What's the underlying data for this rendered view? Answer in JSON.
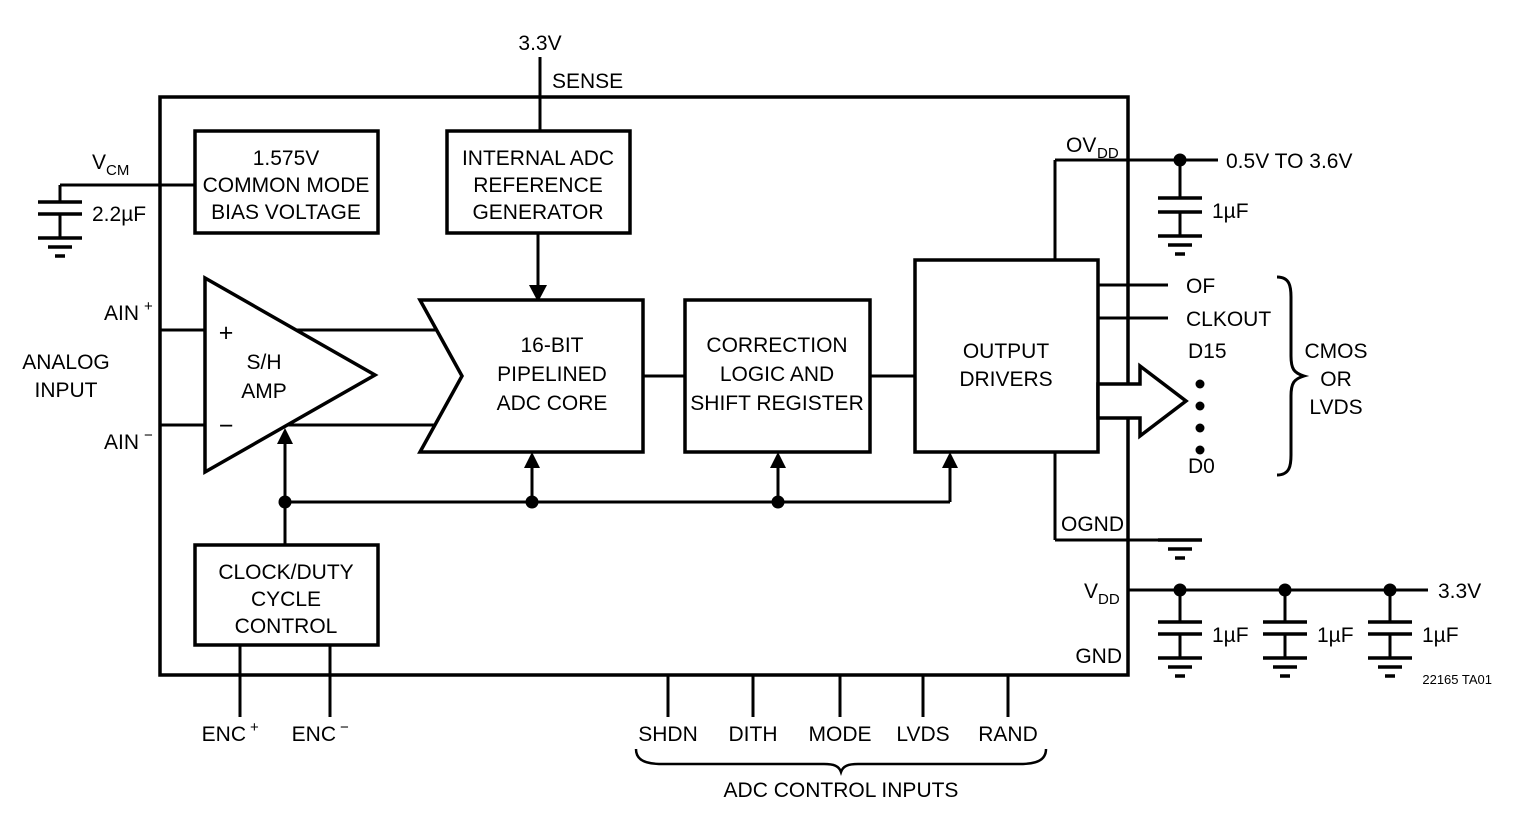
{
  "colors": {
    "ink": "#000000",
    "background": "#ffffff"
  },
  "labels": {
    "supply_top": "3.3V",
    "sense": "SENSE",
    "vcm_main": "V",
    "vcm_sub": "CM",
    "vcm_cap": "2.2µF",
    "analog_line1": "ANALOG",
    "analog_line2": "INPUT",
    "ain_plus_main": "AIN",
    "ain_plus_sign": "+",
    "ain_minus_main": "AIN",
    "ain_minus_sign": "−",
    "amp_plus": "+",
    "amp_minus": "−",
    "ovdd_main": "OV",
    "ovdd_sub": "DD",
    "ovdd_range": "0.5V TO 3.6V",
    "ovdd_cap": "1µF",
    "pin_of": "OF",
    "pin_clkout": "CLKOUT",
    "pin_d15": "D15",
    "pin_d0": "D0",
    "bus_line1": "CMOS",
    "bus_line2": "OR",
    "bus_line3": "LVDS",
    "pin_ognd": "OGND",
    "vdd_main": "V",
    "vdd_sub": "DD",
    "pin_gnd": "GND",
    "vdd_supply": "3.3V",
    "vdd_cap1": "1µF",
    "vdd_cap2": "1µF",
    "vdd_cap3": "1µF",
    "enc_plus_main": "ENC",
    "enc_plus_sign": "+",
    "enc_minus_main": "ENC",
    "enc_minus_sign": "−",
    "control_caption": "ADC CONTROL INPUTS",
    "part_ref": "22165 TA01"
  },
  "blocks": {
    "bias": [
      "1.575V",
      "COMMON MODE",
      "BIAS VOLTAGE"
    ],
    "reference": [
      "INTERNAL ADC",
      "REFERENCE",
      "GENERATOR"
    ],
    "sh_amp": [
      "S/H",
      "AMP"
    ],
    "adc_core": [
      "16-BIT",
      "PIPELINED",
      "ADC CORE"
    ],
    "correction": [
      "CORRECTION",
      "LOGIC AND",
      "SHIFT REGISTER"
    ],
    "output_drivers": [
      "OUTPUT",
      "DRIVERS"
    ],
    "clock": [
      "CLOCK/DUTY",
      "CYCLE",
      "CONTROL"
    ]
  },
  "control_pins": [
    "SHDN",
    "DITH",
    "MODE",
    "LVDS",
    "RAND"
  ]
}
